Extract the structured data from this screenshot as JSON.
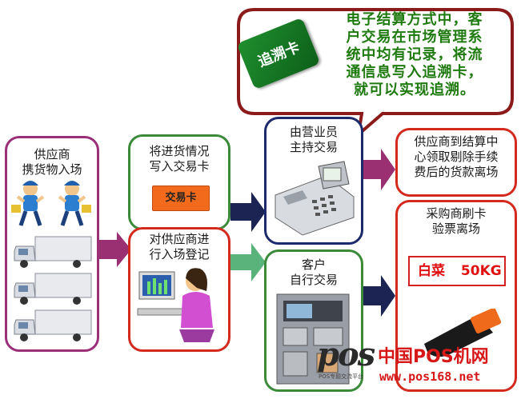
{
  "bubble": {
    "card_label": "追溯卡",
    "lines": [
      "电子结算方式中，客",
      "户交易在市场管理系",
      "统中均有记录，将流",
      "通信息写入追溯卡，",
      "就可以实现追溯。"
    ]
  },
  "supplier": {
    "label_line1": "供应商",
    "label_line2": "携货物入场"
  },
  "card_step": {
    "line1": "将进货情况",
    "line2": "写入交易卡",
    "card_text": "交易卡"
  },
  "register_step": {
    "line1": "对供应商进",
    "line2": "行入场登记"
  },
  "staff_trade": {
    "line1": "由营业员",
    "line2": "主持交易"
  },
  "self_trade": {
    "line1": "客户",
    "line2": "自行交易"
  },
  "settle": {
    "line1": "供应商到结算中",
    "line2": "心领取剔除手续",
    "line3": "费后的货款离场"
  },
  "buyer": {
    "line1": "采购商刷卡",
    "line2": "验票离场",
    "led_item": "白菜",
    "led_weight": "50KG"
  },
  "watermark": {
    "pos": "pos",
    "cn": "中国POS机网",
    "url": "www.pos168.net",
    "tag": "POS专题交流平台"
  },
  "colors": {
    "green_border": "#3a8a3a",
    "red_border": "#d42a1e",
    "navy_border": "#1c2a6b",
    "purple_border": "#9b2f7a",
    "bubble_border": "#8b1a1a",
    "arrow_navy": "#1b2452",
    "arrow_plum": "#9a2f72",
    "arrow_green": "#5ab37a"
  }
}
